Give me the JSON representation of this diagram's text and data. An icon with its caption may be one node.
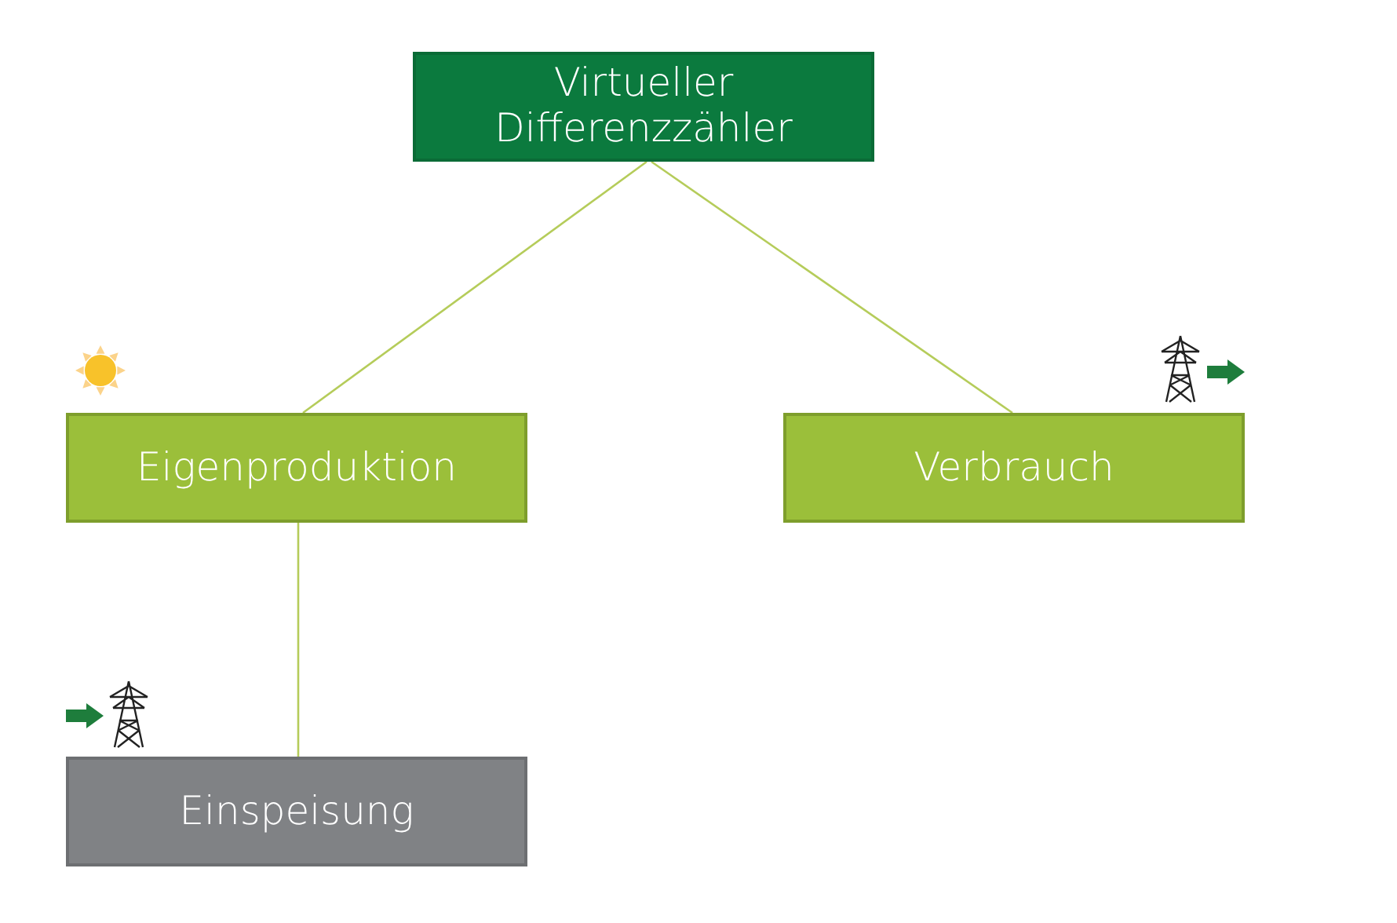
{
  "diagram": {
    "nodes": [
      {
        "text": [
          "Virtueller Differenzzähler"
        ]
      },
      {
        "text": [
          "Eigenproduktion"
        ]
      },
      {
        "text": [
          "Verbrauch"
        ]
      },
      {
        "text": [
          "Einspeisung"
        ]
      }
    ],
    "edges": [
      {
        "from": 0,
        "to": 1,
        "arrow": "none"
      },
      {
        "from": 0,
        "to": 2,
        "arrow": "none"
      },
      {
        "from": 1,
        "to": 3,
        "arrow": "none"
      }
    ]
  }
}
